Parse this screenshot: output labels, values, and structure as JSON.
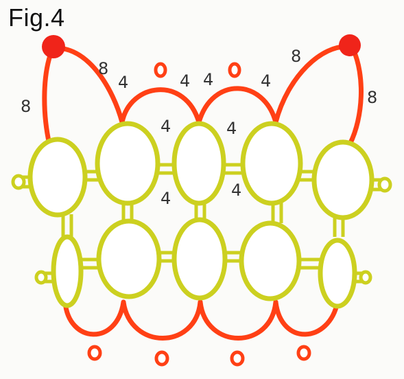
{
  "figure": {
    "title": "Fig.4"
  },
  "colors": {
    "chain_thread": "#ff4015",
    "ring_thread": "#ccd020",
    "bead": "#f0241a",
    "label_text": "#333333"
  },
  "counts": {
    "left_outer": "8",
    "left_inner": "8",
    "upper_1": "4",
    "upper_2": "4",
    "upper_3": "4",
    "upper_4": "4",
    "right_inner": "8",
    "right_outer": "8",
    "center_left_top": "4",
    "center_right_top": "4",
    "center_left_bottom": "4",
    "center_right_bottom": "4"
  }
}
